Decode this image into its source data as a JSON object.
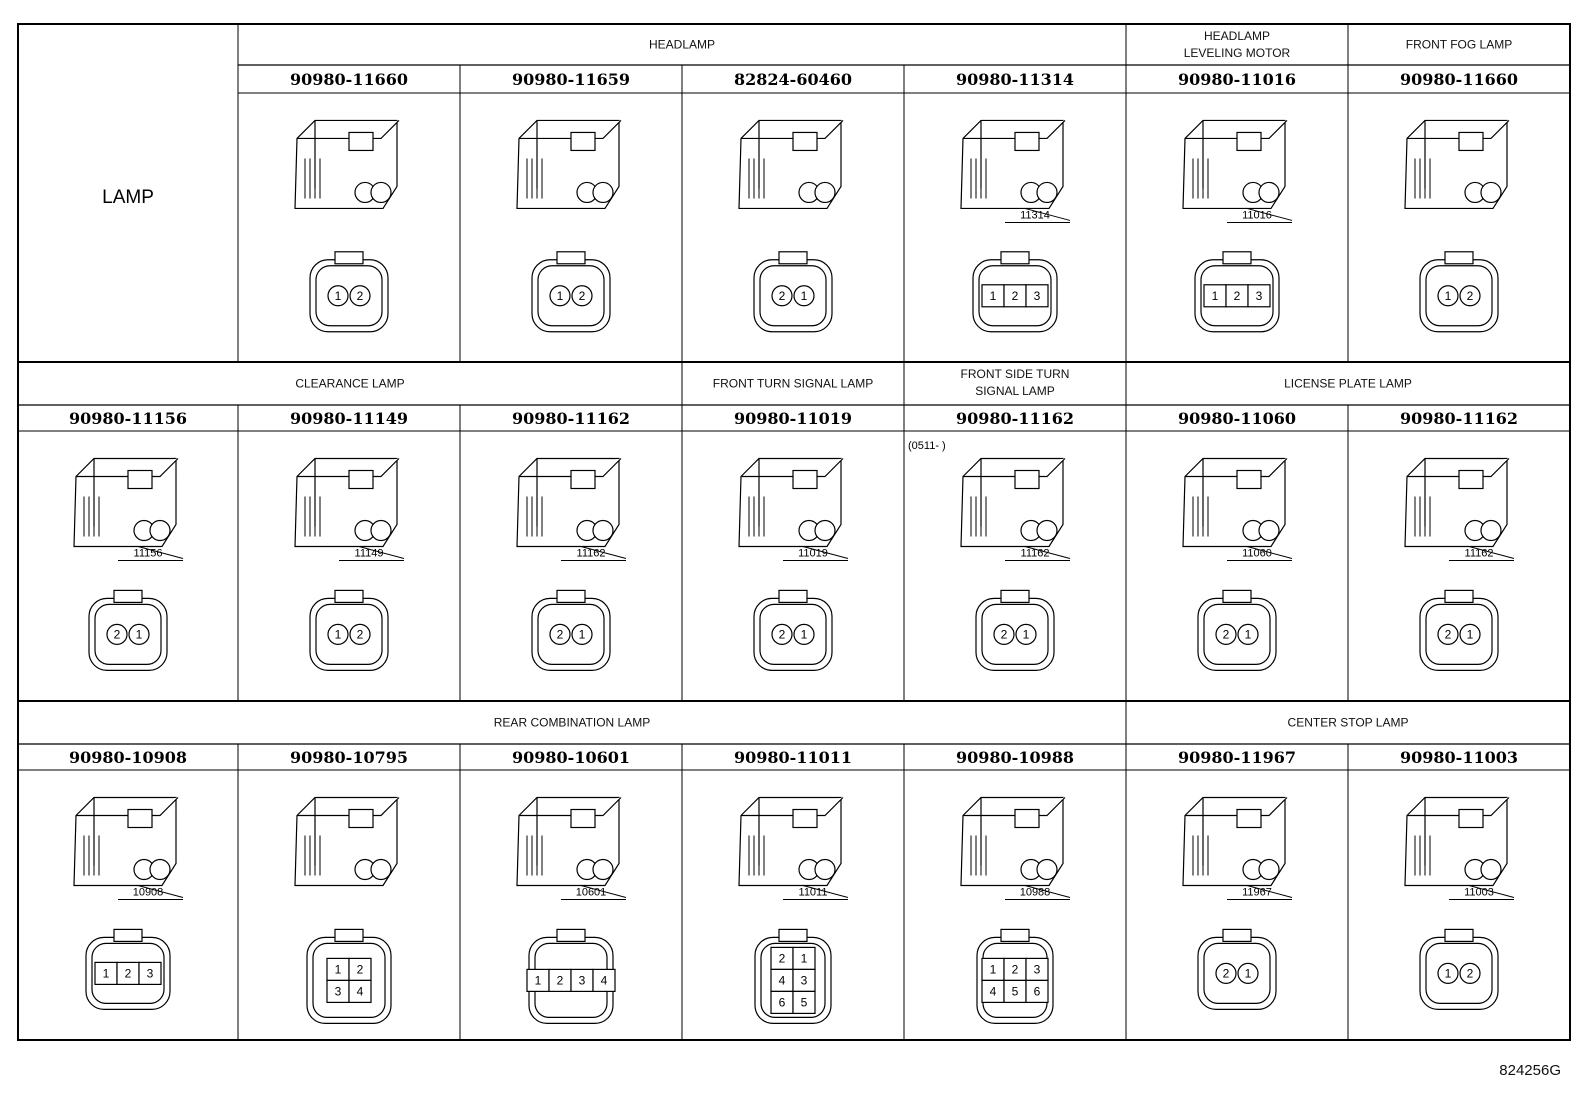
{
  "lamp_label": "LAMP",
  "diagram_code": "824256G",
  "rows": [
    {
      "groups": [
        {
          "label": "HEADLAMP",
          "label_lines": [
            "HEADLAMP"
          ],
          "span": 4
        },
        {
          "label": "HEADLAMP LEVELING MOTOR",
          "label_lines": [
            "HEADLAMP",
            "LEVELING MOTOR"
          ],
          "span": 1
        },
        {
          "label": "FRONT FOG LAMP",
          "label_lines": [
            "FRONT FOG LAMP"
          ],
          "span": 1
        }
      ],
      "has_lamp_column": true,
      "cells": [
        {
          "part": "90980-11660",
          "pins": [
            "1",
            "2"
          ],
          "callout": ""
        },
        {
          "part": "90980-11659",
          "pins": [
            "1",
            "2"
          ],
          "callout": ""
        },
        {
          "part": "82824-60460",
          "pins": [
            "2",
            "1"
          ],
          "callout": ""
        },
        {
          "part": "90980-11314",
          "pins": [
            "1",
            "2",
            "3"
          ],
          "callout": "11314"
        },
        {
          "part": "90980-11016",
          "pins": [
            "1",
            "2",
            "3"
          ],
          "callout": "11016"
        },
        {
          "part": "90980-11660",
          "pins": [
            "1",
            "2"
          ],
          "callout": ""
        }
      ]
    },
    {
      "groups": [
        {
          "label": "CLEARANCE LAMP",
          "label_lines": [
            "CLEARANCE LAMP"
          ],
          "span": 3
        },
        {
          "label": "FRONT TURN SIGNAL LAMP",
          "label_lines": [
            "FRONT TURN SIGNAL LAMP"
          ],
          "span": 1
        },
        {
          "label": "FRONT SIDE TURN SIGNAL LAMP",
          "label_lines": [
            "FRONT SIDE TURN",
            "SIGNAL LAMP"
          ],
          "span": 1
        },
        {
          "label": "LICENSE PLATE LAMP",
          "label_lines": [
            "LICENSE PLATE LAMP"
          ],
          "span": 2
        }
      ],
      "has_lamp_column": false,
      "cells": [
        {
          "part": "90980-11156",
          "pins": [
            "2",
            "1"
          ],
          "callout": "11156"
        },
        {
          "part": "90980-11149",
          "pins": [
            "1",
            "2"
          ],
          "callout": "11149"
        },
        {
          "part": "90980-11162",
          "pins": [
            "2",
            "1"
          ],
          "callout": "11162"
        },
        {
          "part": "90980-11019",
          "pins": [
            "2",
            "1"
          ],
          "callout": "11019"
        },
        {
          "part": "90980-11162",
          "pins": [
            "2",
            "1"
          ],
          "callout": "11162",
          "note": "(0511-    )"
        },
        {
          "part": "90980-11060",
          "pins": [
            "2",
            "1"
          ],
          "callout": "11060"
        },
        {
          "part": "90980-11162",
          "pins": [
            "2",
            "1"
          ],
          "callout": "11162"
        }
      ]
    },
    {
      "groups": [
        {
          "label": "REAR COMBINATION LAMP",
          "label_lines": [
            "REAR COMBINATION LAMP"
          ],
          "span": 5
        },
        {
          "label": "CENTER STOP LAMP",
          "label_lines": [
            "CENTER STOP LAMP"
          ],
          "span": 2
        }
      ],
      "has_lamp_column": false,
      "cells": [
        {
          "part": "90980-10908",
          "pins": [
            "1",
            "2",
            "3"
          ],
          "callout": "10908"
        },
        {
          "part": "90980-10795",
          "pins": [
            "1",
            "2",
            "3",
            "4"
          ],
          "callout": ""
        },
        {
          "part": "90980-10601",
          "pins": [
            "1",
            "2",
            "3",
            "4"
          ],
          "callout": "10601"
        },
        {
          "part": "90980-11011",
          "pins": [
            "2",
            "1",
            "4",
            "3",
            "6",
            "5"
          ],
          "callout": "11011"
        },
        {
          "part": "90980-10988",
          "pins": [
            "1",
            "2",
            "3",
            "4",
            "5",
            "6"
          ],
          "callout": "10988"
        },
        {
          "part": "90980-11967",
          "pins": [
            "2",
            "1"
          ],
          "callout": "11967"
        },
        {
          "part": "90980-11003",
          "pins": [
            "1",
            "2"
          ],
          "callout": "11003"
        }
      ]
    }
  ]
}
